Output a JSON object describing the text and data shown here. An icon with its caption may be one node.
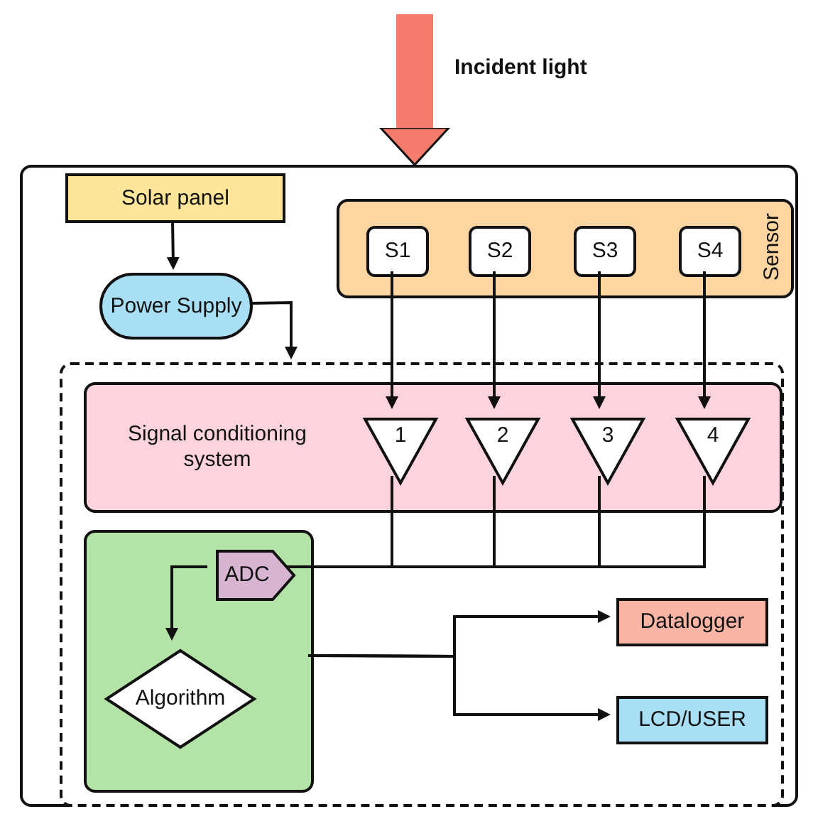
{
  "diagram": {
    "nodes": [
      {
        "text": [],
        "shape": "box"
      },
      {
        "text": [
          "Solar panel"
        ],
        "in": 0
      },
      {
        "text": [
          "Power Supply"
        ],
        "in": 0
      },
      {
        "text": [
          "Sensor"
        ],
        "in": 0
      },
      {
        "text": [
          "S1"
        ],
        "in": 3
      },
      {
        "text": [
          "S2"
        ],
        "in": 3
      },
      {
        "text": [
          "S3"
        ],
        "in": 3
      },
      {
        "text": [
          "S4"
        ],
        "in": 3
      },
      {
        "text": [],
        "shape": "box",
        "in": 0
      },
      {
        "text": [
          "Signal conditioning system"
        ],
        "in": 8
      },
      {
        "text": [
          "1"
        ],
        "in": 9
      },
      {
        "text": [
          "2"
        ],
        "in": 9
      },
      {
        "text": [
          "3"
        ],
        "in": 9
      },
      {
        "text": [
          "4"
        ],
        "in": 9
      },
      {
        "text": [],
        "shape": "box",
        "in": 8
      },
      {
        "text": [
          "ADC"
        ],
        "in": 14
      },
      {
        "text": [
          "Algorithm"
        ],
        "in": 14
      },
      {
        "text": [
          "Datalogger"
        ],
        "in": 8
      },
      {
        "text": [
          "LCD/USER"
        ],
        "in": 8
      }
    ],
    "edges": [
      {
        "from": null,
        "to": 0,
        "arrow": "to",
        "label": "Incident light",
        "style": "thick",
        "color": "#f47c6c"
      },
      {
        "from": 1,
        "to": 2,
        "arrow": "to"
      },
      {
        "from": 2,
        "to": 8,
        "arrow": "to"
      },
      {
        "from": 4,
        "to": 10,
        "arrow": "to"
      },
      {
        "from": 5,
        "to": 11,
        "arrow": "to"
      },
      {
        "from": 6,
        "to": 12,
        "arrow": "to"
      },
      {
        "from": 7,
        "to": 13,
        "arrow": "to"
      },
      {
        "from": 10,
        "to": 15,
        "arrow": "none"
      },
      {
        "from": 11,
        "to": 15,
        "arrow": "none"
      },
      {
        "from": 12,
        "to": 15,
        "arrow": "none"
      },
      {
        "from": 13,
        "to": 15,
        "arrow": "none"
      },
      {
        "from": 15,
        "to": 16,
        "arrow": "to"
      },
      {
        "from": 14,
        "to": 17,
        "arrow": "to"
      },
      {
        "from": 14,
        "to": 18,
        "arrow": "to"
      }
    ]
  }
}
